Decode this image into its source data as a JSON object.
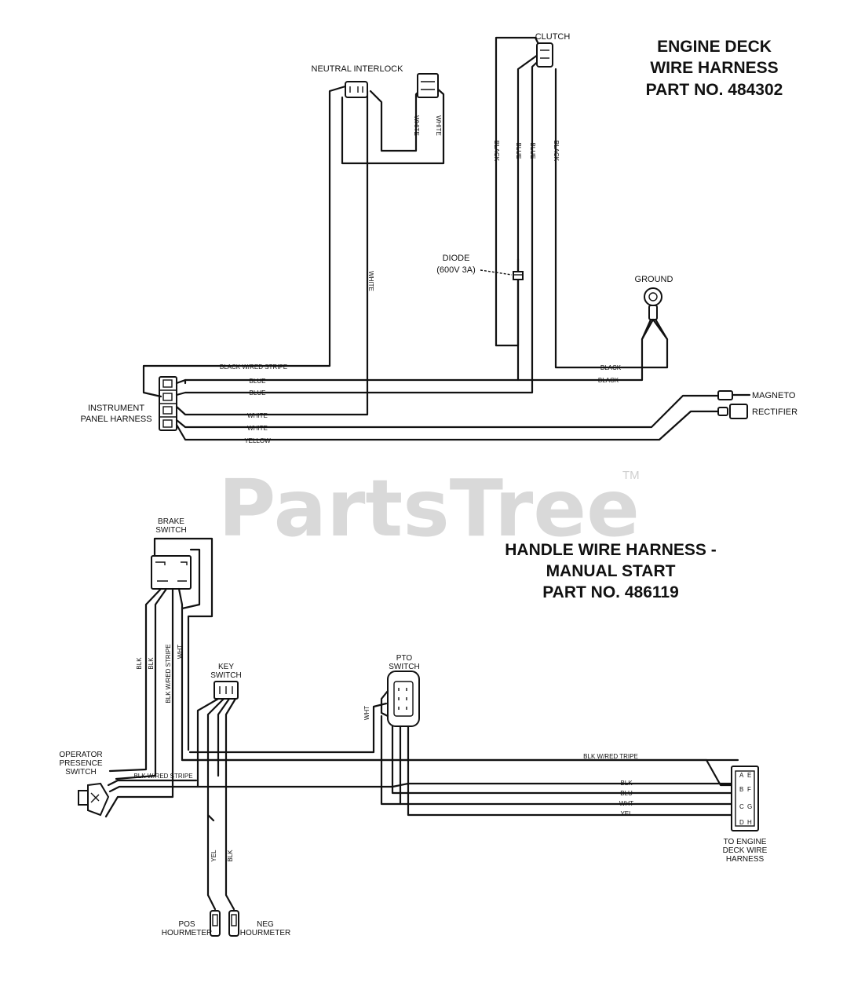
{
  "watermark": {
    "text": "PartsTree",
    "tm": "TM"
  },
  "engine_deck": {
    "title_lines": [
      "ENGINE DECK",
      "WIRE HARNESS",
      "PART NO. 484302"
    ],
    "components": {
      "clutch": "CLUTCH",
      "neutral_interlock": "NEUTRAL INTERLOCK",
      "diode_line1": "DIODE",
      "diode_line2": "(600V 3A)",
      "ground": "GROUND",
      "magneto": "MAGNETO",
      "rectifier": "RECTIFIER",
      "instrument_line1": "INSTRUMENT",
      "instrument_line2": "PANEL HARNESS"
    },
    "wires": {
      "black_red_stripe": "BLACK W/RED STRIPE",
      "blue_1": "BLUE",
      "blue_2": "BLUE",
      "white_1": "WHITE",
      "white_2": "WHITE",
      "yellow": "YELLOW",
      "black_1": "BLACK",
      "black_2": "BLACK",
      "white_vertical": "WHITE",
      "interlock_white_1": "WHITE",
      "interlock_white_2": "WHITE",
      "clutch_black_1": "BLACK",
      "clutch_blue_1": "BLUE",
      "clutch_blue_2": "BLUE",
      "clutch_black_2": "BLACK"
    }
  },
  "handle": {
    "title_lines": [
      "HANDLE WIRE HARNESS -",
      "MANUAL START",
      "PART NO. 486119"
    ],
    "components": {
      "brake_line1": "BRAKE",
      "brake_line2": "SWITCH",
      "key_line1": "KEY",
      "key_line2": "SWITCH",
      "pto_line1": "PTO",
      "pto_line2": "SWITCH",
      "operator_line1": "OPERATOR",
      "operator_line2": "PRESENCE",
      "operator_line3": "SWITCH",
      "pos_line1": "POS",
      "pos_line2": "HOURMETER",
      "neg_line1": "NEG",
      "neg_line2": "HOURMETER",
      "engine_line1": "TO ENGINE",
      "engine_line2": "DECK WIRE",
      "engine_line3": "HARNESS"
    },
    "wires": {
      "blk_1": "BLK",
      "blk_2": "BLK",
      "blk_red_stripe_v": "BLK W/RED STRIPE",
      "wht_v": "WHT",
      "wht_pto": "WHT",
      "blk_red_tripe": "BLK W/RED TRIPE",
      "blk_red_stripe_h": "BLK W/RED STRIPE",
      "blk_h": "BLK",
      "blu_h": "BLU",
      "wht_h": "WHT",
      "yel_h": "YEL",
      "yel_v": "YEL",
      "blk_v": "BLK"
    },
    "connector_pins": [
      "A",
      "E",
      "B",
      "F",
      "C",
      "G",
      "D",
      "H"
    ]
  }
}
